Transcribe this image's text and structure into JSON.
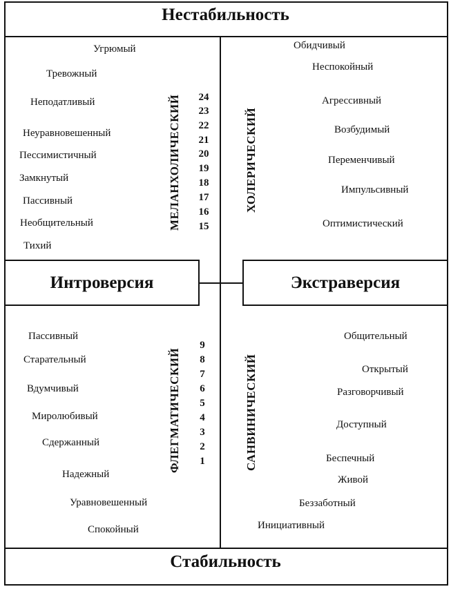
{
  "top_title": "Нестабильность",
  "bottom_title": "Стабильность",
  "left_axis": "Интроверсия",
  "right_axis": "Экстраверсия",
  "quadrants": {
    "melancholic": {
      "label": "МЕЛАНХОЛИЧЕСКИЙ",
      "words": [
        "Угрюмый",
        "Тревожный",
        "Неподатливый",
        "Неуравновешенный",
        "Пессимистичный",
        "Замкнутый",
        "Пассивный",
        "Необщительный",
        "Тихий"
      ],
      "numbers": [
        "24",
        "23",
        "22",
        "21",
        "20",
        "19",
        "18",
        "17",
        "16",
        "15"
      ]
    },
    "choleric": {
      "label": "ХОЛЕРИЧЕСКИЙ",
      "words": [
        "Обидчивый",
        "Неспокойный",
        "Агрессивный",
        "Возбудимый",
        "Переменчивый",
        "Импульсивный",
        "Оптимистический"
      ]
    },
    "phlegmatic": {
      "label": "ФЛЕГМАТИЧЕСКИЙ",
      "words": [
        "Пассивный",
        "Старательный",
        "Вдумчивый",
        "Миролюбивый",
        "Сдержанный",
        "Надежный",
        "Уравновешенный",
        "Спокойный"
      ],
      "numbers": [
        "9",
        "8",
        "7",
        "6",
        "5",
        "4",
        "3",
        "2",
        "1"
      ]
    },
    "sanguine": {
      "label": "САНВИНИЧЕСКИЙ",
      "words": [
        "Общительный",
        "Открытый",
        "Разговорчивый",
        "Доступный",
        "Беспечный",
        "Живой",
        "Беззаботный",
        "Инициативный"
      ]
    }
  }
}
